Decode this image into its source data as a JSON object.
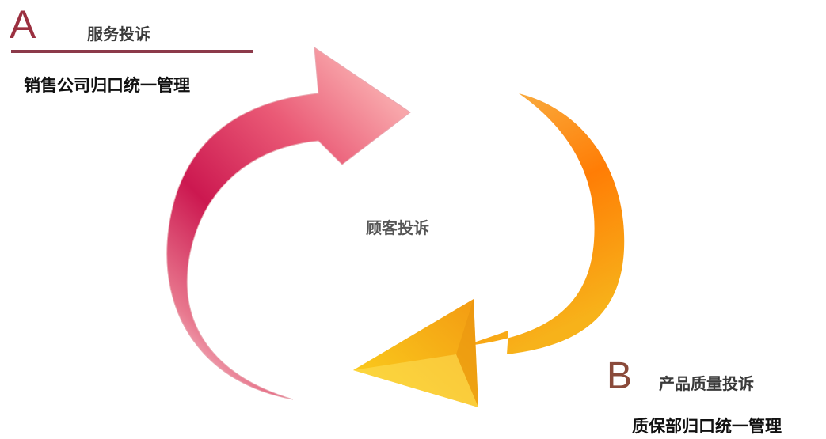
{
  "section_a": {
    "letter": "A",
    "title": "服务投诉",
    "description": "销售公司归口统一管理",
    "accent_color": "#9b3040"
  },
  "center": {
    "label": "顾客投诉"
  },
  "section_b": {
    "letter": "B",
    "title": "产品质量投诉",
    "description": "质保部归口统一管理",
    "accent_color": "#8a4a3a"
  },
  "arrows": {
    "left_arrow": {
      "icon": "curved-arrow-up-right",
      "color_start": "#c8104a",
      "color_end": "#f59aa0"
    },
    "right_arrow": {
      "icon": "curved-arrow-down-left",
      "color_start": "#f7a020",
      "color_end": "#ff7a00"
    }
  }
}
